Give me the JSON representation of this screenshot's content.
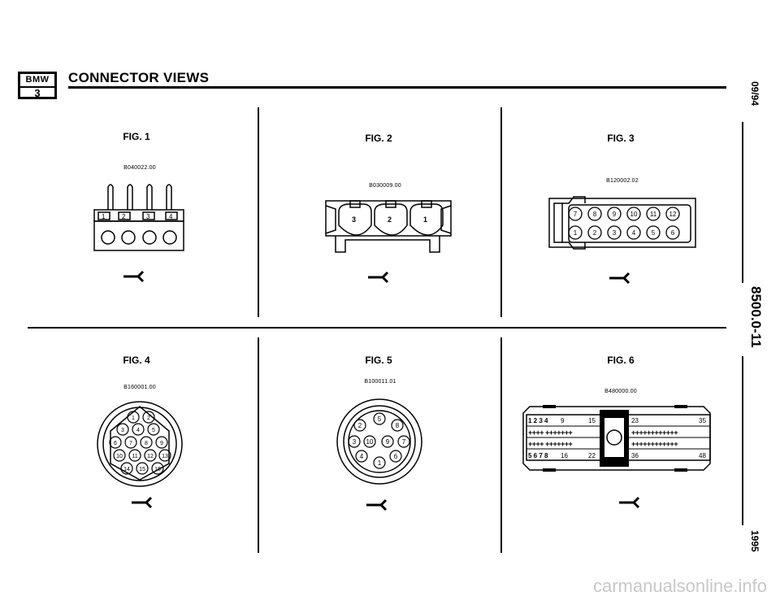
{
  "header": {
    "logo_top": "BMW",
    "logo_bottom": "3",
    "title": "CONNECTOR VIEWS"
  },
  "side": {
    "date": "09/94",
    "page": "8500.0-11",
    "year": "1995"
  },
  "figures": [
    {
      "label": "FIG. 1",
      "code": "B040022.00",
      "pins": [
        "1",
        "2",
        "3",
        "4"
      ]
    },
    {
      "label": "FIG. 2",
      "code": "B030009.00",
      "pins": [
        "3",
        "2",
        "1"
      ]
    },
    {
      "label": "FIG. 3",
      "code": "B120002.02",
      "pins": [
        "7",
        "8",
        "9",
        "10",
        "11",
        "12",
        "1",
        "2",
        "3",
        "4",
        "5",
        "6"
      ]
    },
    {
      "label": "FIG. 4",
      "code": "B160001.00",
      "pins": [
        "1",
        "2",
        "3",
        "4",
        "5",
        "6",
        "7",
        "8",
        "9",
        "10",
        "11",
        "12",
        "13",
        "14",
        "15",
        "16"
      ]
    },
    {
      "label": "FIG. 5",
      "code": "B100011.01",
      "pins": [
        "1",
        "2",
        "3",
        "4",
        "5",
        "6",
        "7",
        "8",
        "9",
        "10"
      ]
    },
    {
      "label": "FIG. 6",
      "code": "B480000.00",
      "pins": [
        "1 2 3 4",
        "9",
        "15",
        "23",
        "35",
        "5 6 7 8",
        "16",
        "22",
        "36",
        "48"
      ]
    }
  ],
  "watermark": "carmanualsonline.info"
}
